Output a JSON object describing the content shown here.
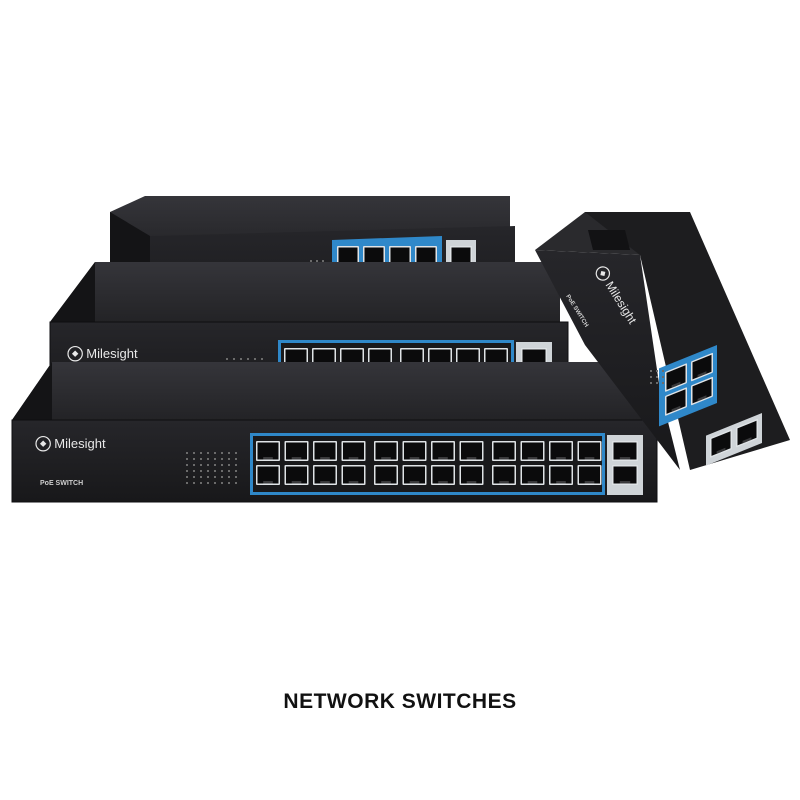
{
  "caption": "NETWORK SWITCHES",
  "colors": {
    "body_front": "#1f1f21",
    "body_top": "#2c2c2f",
    "body_side": "#141416",
    "port_strip": "#2f88c9",
    "port_cavity": "#0b0b0c",
    "port_frame": "#dfe3e6",
    "label_text": "#e8e8e8"
  },
  "devices": [
    {
      "id": "switch-8port",
      "brand": "Milesight",
      "model_label": "PoE SWITCH",
      "poe_ports": 8,
      "uplink_ports": 2
    },
    {
      "id": "switch-16port",
      "brand": "Milesight",
      "model_label": "PoE SWITCH",
      "poe_ports": 16,
      "uplink_ports": 2
    },
    {
      "id": "switch-24port",
      "brand": "Milesight",
      "model_label": "PoE SWITCH",
      "poe_ports": 24,
      "uplink_ports": 2
    },
    {
      "id": "switch-4port",
      "brand": "Milesight",
      "model_label": "PoE SWITCH",
      "poe_ports": 4,
      "uplink_ports": 2
    }
  ]
}
